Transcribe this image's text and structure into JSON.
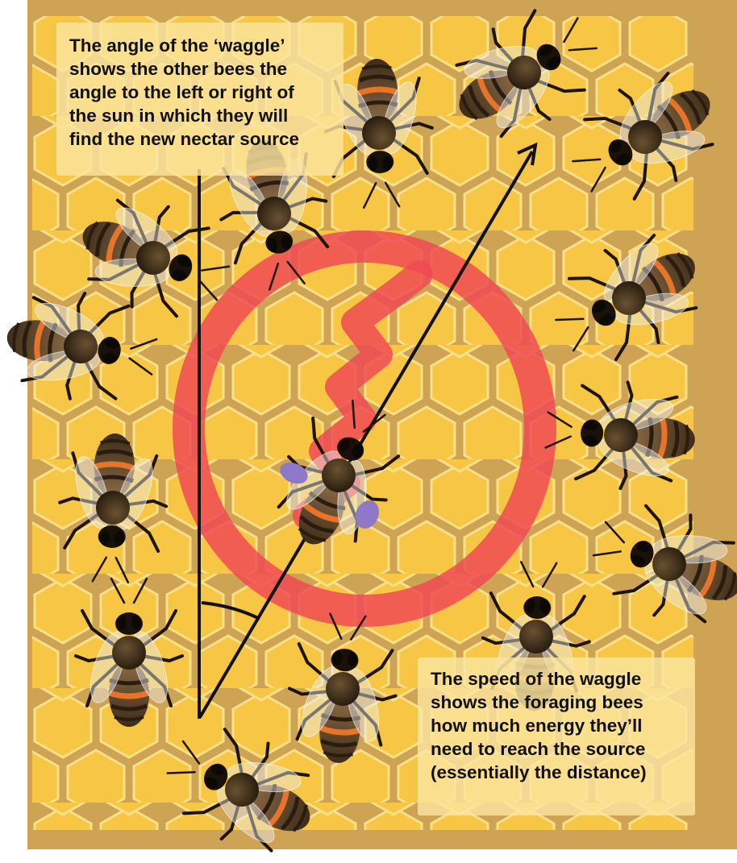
{
  "annotations": {
    "angle_note": [
      "The angle of the ‘waggle’",
      "shows the other bees the",
      "angle to the left or right of",
      "the sun in which they will",
      "find the new nectar source"
    ],
    "speed_note": [
      "The speed of the waggle",
      "shows the foraging bees",
      "how much energy they’ll",
      "need to reach the source",
      "(essentially the distance)"
    ]
  },
  "colors": {
    "backdrop": "#cfa354",
    "honeycomb": "#f6c644",
    "honeycomb_edge": "#fbe08a",
    "waggle_path": "#f04a52",
    "bee_body": "#3a2a16",
    "bee_band": "#e8742a",
    "pollen": "#8f78c8",
    "line": "#111111"
  },
  "icons": [
    "honeycomb-cell-icon",
    "honeybee-icon",
    "pollen-basket-icon",
    "arrow-icon"
  ]
}
